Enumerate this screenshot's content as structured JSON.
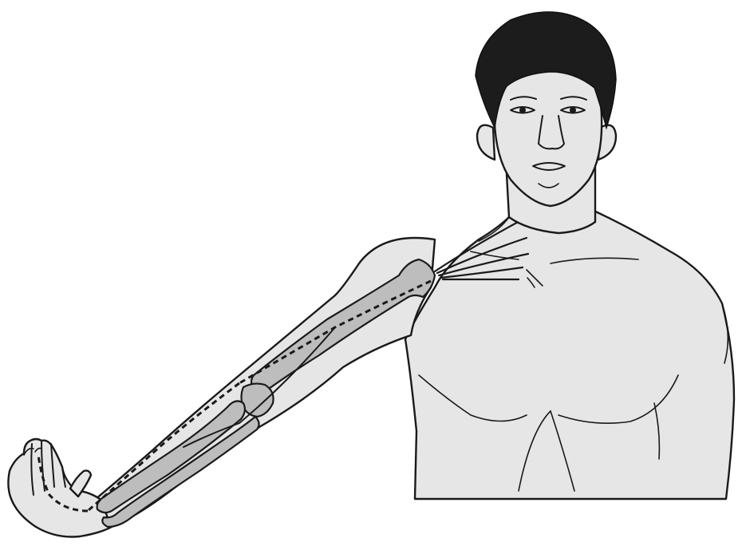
{
  "figure": {
    "description_visible_text": [],
    "colors": {
      "background": "#ffffff",
      "skin": "#e6e6e6",
      "bone": "#bdbdbd",
      "outline": "#1a1a1a",
      "hair": "#1c1c1c"
    },
    "parts": [
      "head",
      "torso",
      "right-arm",
      "hand",
      "humerus",
      "radius",
      "ulna",
      "brachial-plexus",
      "nerve-course"
    ]
  }
}
